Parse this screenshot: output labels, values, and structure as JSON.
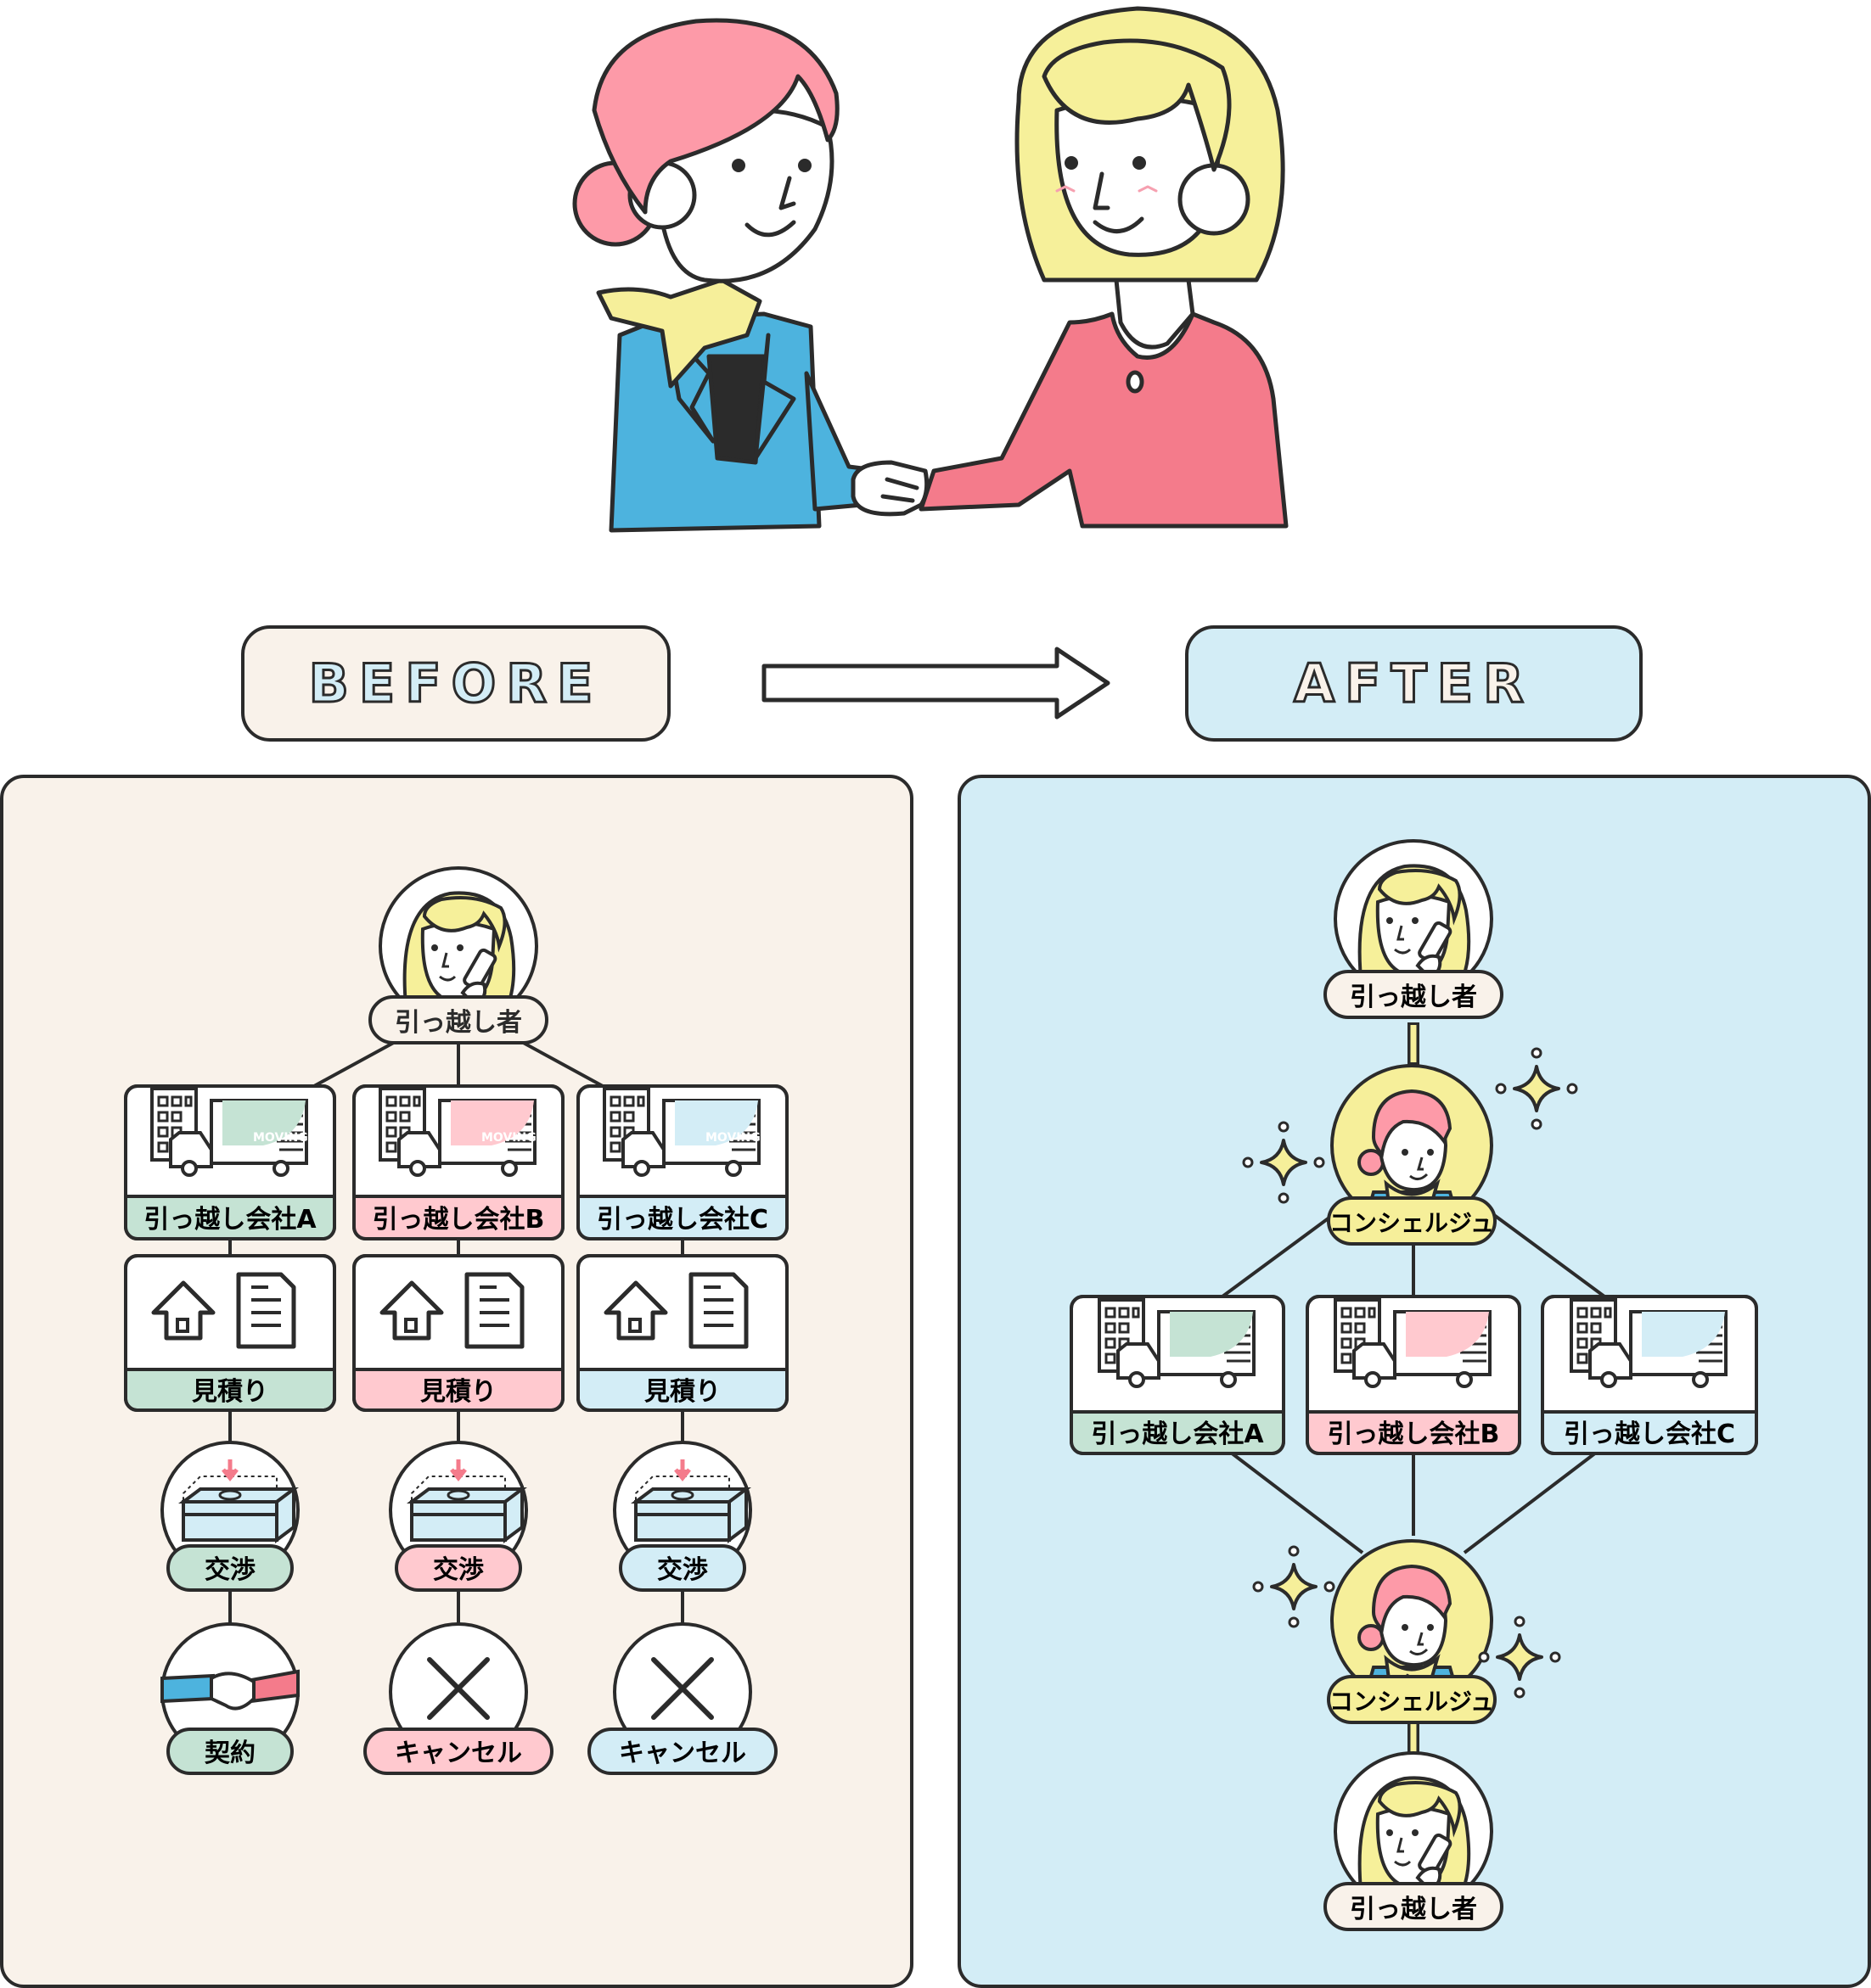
{
  "headers": {
    "before": "BEFORE",
    "after": "AFTER"
  },
  "colors": {
    "before_bg": "#f9f2ea",
    "after_bg": "#d3edf6",
    "green": "#c5e3d4",
    "pink": "#ffc9cf",
    "blue": "#d3edf6",
    "yellow": "#f6ef9a",
    "jacket": "#4db3de",
    "pink_hair": "#fd9aa8",
    "yellow_hair": "#f6f09a",
    "sweater": "#f47b8b",
    "line": "#2b2b2b"
  },
  "before": {
    "mover_label": "引っ越し者",
    "truck_word": "MOVING",
    "columns": [
      {
        "company": "引っ越し会社A",
        "estimate": "見積り",
        "negotiate": "交渉",
        "result": "契約",
        "result_icon": "handshake-icon"
      },
      {
        "company": "引っ越し会社B",
        "estimate": "見積り",
        "negotiate": "交渉",
        "result": "キャンセル",
        "result_icon": "cross-icon"
      },
      {
        "company": "引っ越し会社C",
        "estimate": "見積り",
        "negotiate": "交渉",
        "result": "キャンセル",
        "result_icon": "cross-icon"
      }
    ]
  },
  "after": {
    "mover_top_label": "引っ越し者",
    "concierge_top_label": "コンシェルジュ",
    "companies": [
      "引っ越し会社A",
      "引っ越し会社B",
      "引っ越し会社C"
    ],
    "concierge_bottom_label": "コンシェルジュ",
    "mover_bottom_label": "引っ越し者"
  }
}
